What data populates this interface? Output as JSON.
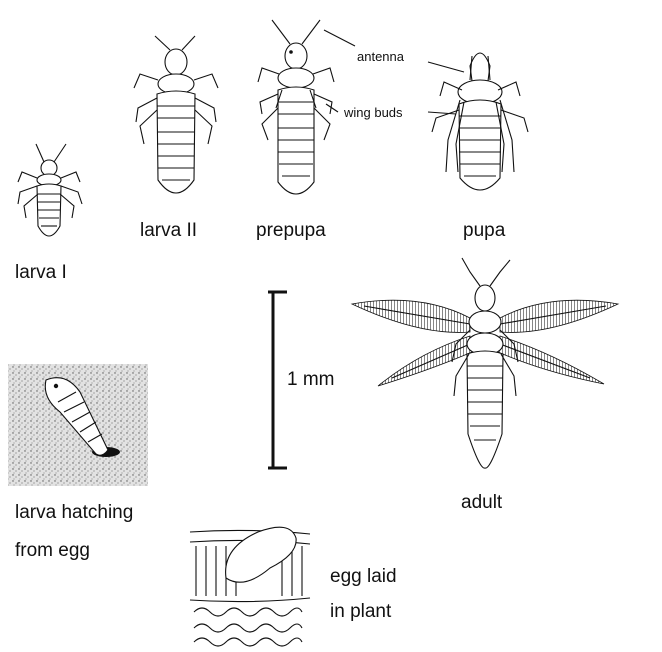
{
  "labels": {
    "larva1": "larva I",
    "larva2": "larva II",
    "prepupa": "prepupa",
    "pupa": "pupa",
    "adult": "adult",
    "antenna": "antenna",
    "wing_buds": "wing buds",
    "scale": "1 mm",
    "hatch_line1": "larva hatching",
    "hatch_line2": "from egg",
    "egg_line1": "egg laid",
    "egg_line2": "in plant"
  },
  "colors": {
    "ink": "#111111",
    "stipple_bg": "#d9d9d9",
    "paper": "#ffffff"
  }
}
